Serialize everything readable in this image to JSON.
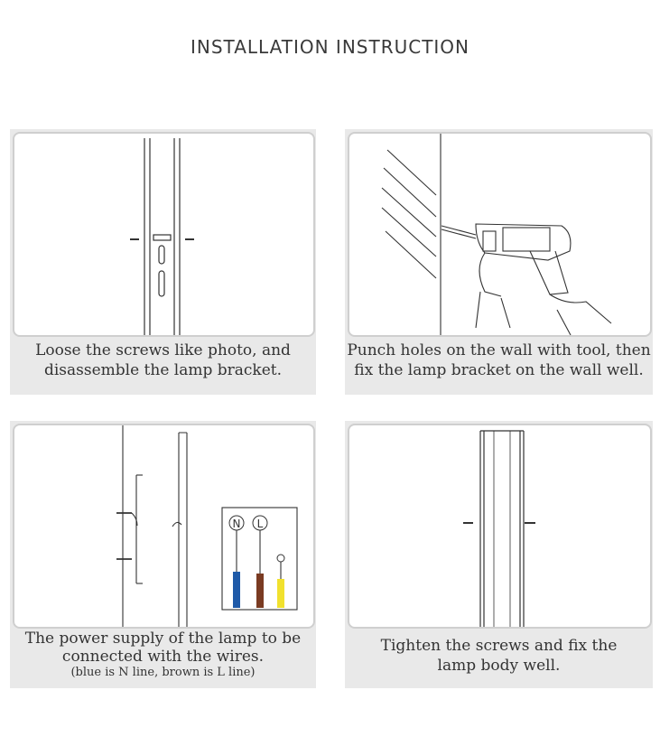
{
  "page": {
    "title": "INSTALLATION INSTRUCTION"
  },
  "steps": [
    {
      "caption_line1": "Loose the screws like photo, and",
      "caption_line2": "disassemble the lamp bracket."
    },
    {
      "caption_line1": "Punch holes on the wall with tool, then",
      "caption_line2": "fix the lamp bracket on the wall well."
    },
    {
      "caption_line1": "The power supply of the lamp to be",
      "caption_line2": "connected with the wires.",
      "caption_note": "(blue is N line, brown is L line)",
      "wire_labels": {
        "n": "N",
        "l": "L"
      },
      "wire_colors": {
        "blue": "#1f5aa8",
        "brown": "#7a3b22",
        "yellow": "#f1e12e"
      }
    },
    {
      "caption_line1": "Tighten the screws and fix the",
      "caption_line2": "lamp body well."
    }
  ]
}
